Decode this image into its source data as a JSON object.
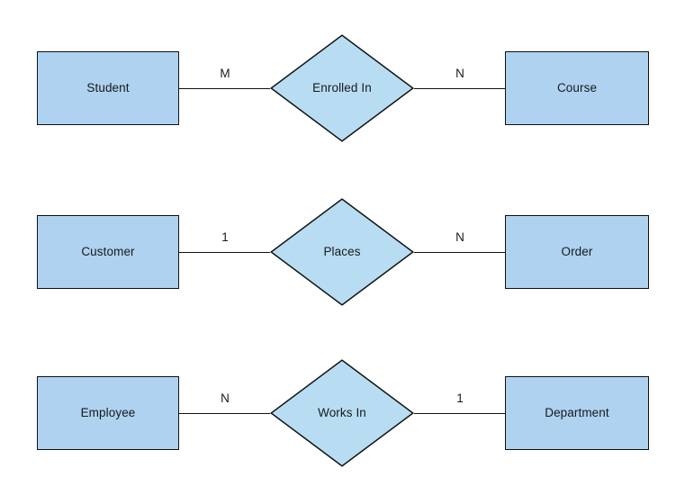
{
  "diagram": {
    "type": "entity-relationship-diagram",
    "notation": "chen",
    "background_color": "#FFFFFF",
    "entity_fill_color": "#AED2EF",
    "relationship_fill_color": "#B8DDF2",
    "stroke_color": "#111111",
    "text_color": "#16191D",
    "relationships": [
      {
        "left_entity": "Student",
        "left_cardinality": "M",
        "relationship": "Enrolled In",
        "right_cardinality": "N",
        "right_entity": "Course"
      },
      {
        "left_entity": "Customer",
        "left_cardinality": "1",
        "relationship": "Places",
        "right_cardinality": "N",
        "right_entity": "Order"
      },
      {
        "left_entity": "Employee",
        "left_cardinality": "N",
        "relationship": "Works In",
        "right_cardinality": "1",
        "right_entity": "Department"
      }
    ]
  }
}
